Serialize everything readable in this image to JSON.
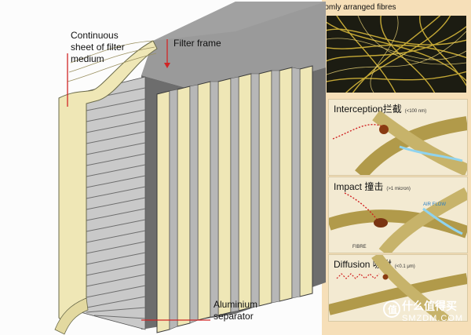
{
  "labels": {
    "filter_medium": [
      "Continuous",
      "sheet of filter",
      "medium"
    ],
    "filter_frame": "Filter frame",
    "separator": [
      "Aluminium",
      "separator"
    ]
  },
  "panel": {
    "title": "Filter sheet of randomly arranged fibres",
    "mechanisms": [
      {
        "name": "Interception拦截",
        "range": "(<100 nm)",
        "icon": "interception-diagram"
      },
      {
        "name": "Impact 撞击",
        "range": "(>1 micron)",
        "extra1": "AIR FLOW",
        "extra2": "FIBRE",
        "icon": "impact-diagram"
      },
      {
        "name": "Diffusion 吸附",
        "range": "(<0.1 μm)",
        "icon": "diffusion-diagram"
      }
    ]
  },
  "watermark": {
    "line1": "什么值得买",
    "line2": "SMZDM.COM",
    "icon": "smzdm-logo"
  },
  "colors": {
    "medium": "#efe7b6",
    "separator": "#b7b7b7",
    "frame": "#8f8f8f",
    "panel": "#f6dfb8",
    "fibre": "#d8b93a",
    "arrow": "#d12525"
  }
}
